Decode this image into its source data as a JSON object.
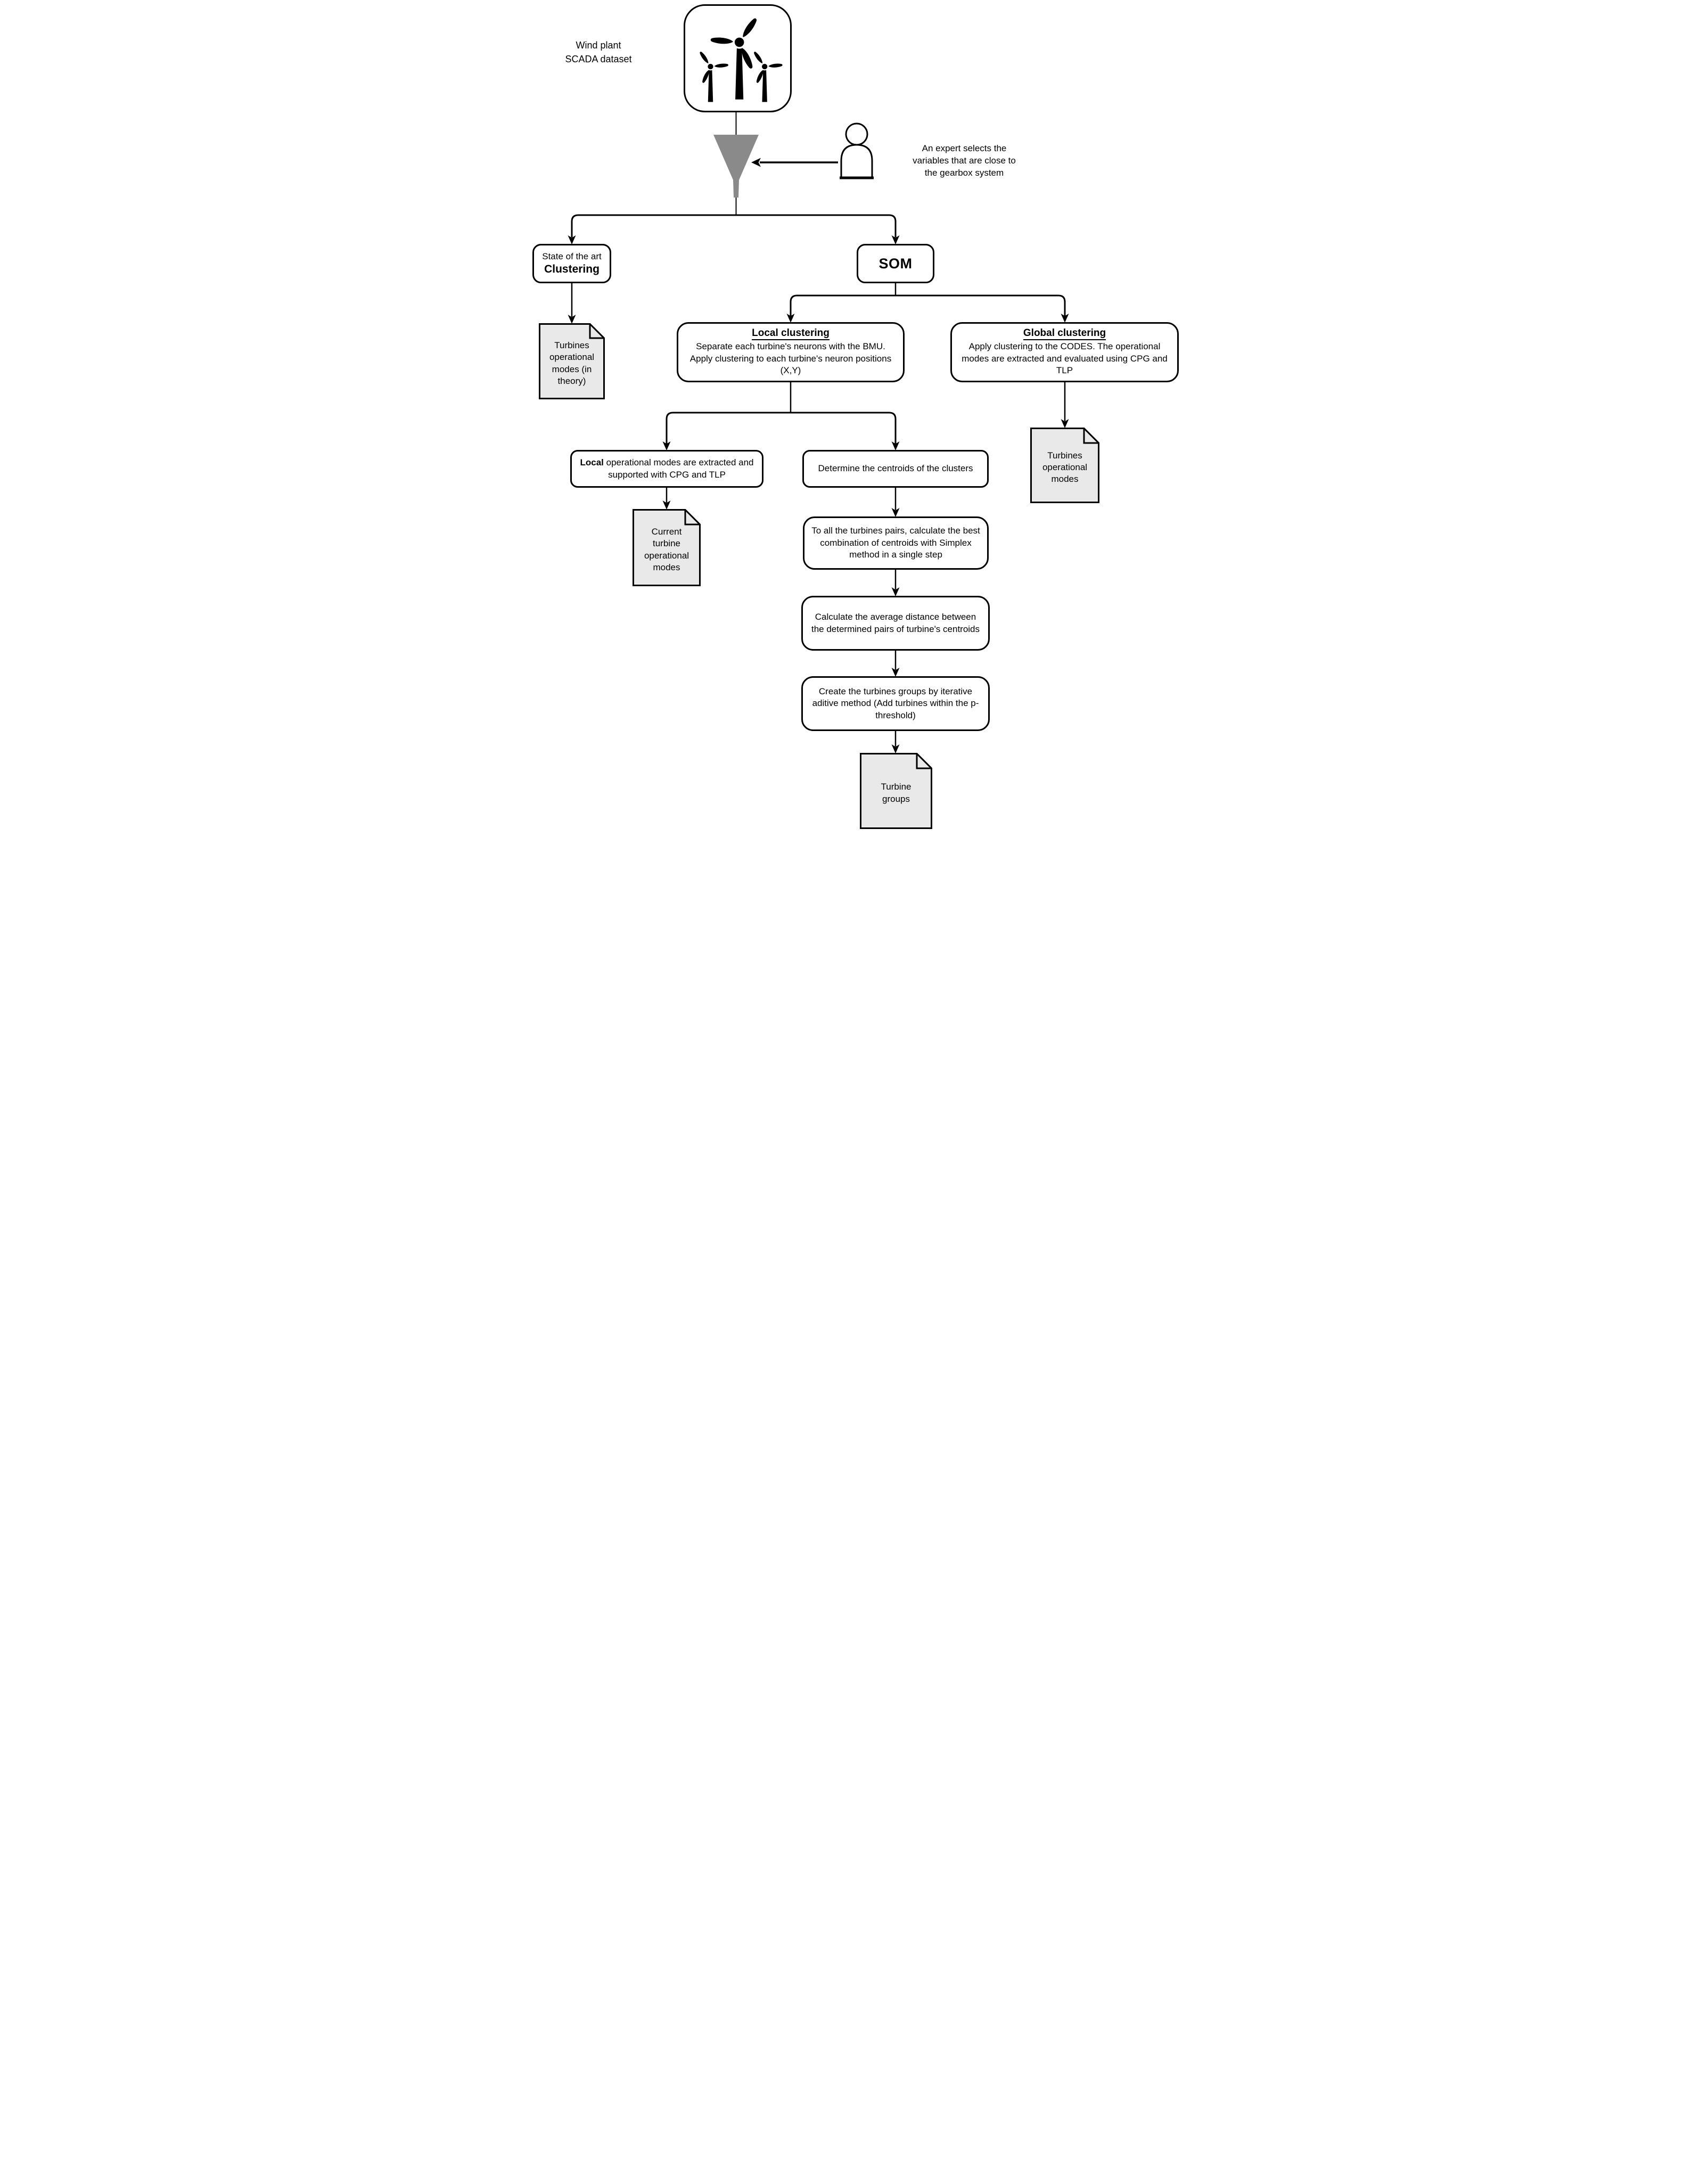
{
  "colors": {
    "line": "#000000",
    "funnel_gray": "#8a8a8a",
    "document_fill": "#e9e9e9",
    "node_background": "#ffffff"
  },
  "top": {
    "dataset_label_line1": "Wind plant",
    "dataset_label_line2": "SCADA dataset",
    "expert_note": "An expert selects the variables that are close to the gearbox system"
  },
  "nodes": {
    "state_of_art": {
      "line1": "State of the art",
      "line2": "Clustering"
    },
    "som": {
      "label": "SOM"
    },
    "local_clustering": {
      "title": "Local clustering",
      "body": "Separate each turbine's neurons with the BMU. Apply clustering to each turbine's neuron positions (X,Y)"
    },
    "global_clustering": {
      "title": "Global clustering",
      "body": "Apply clustering to the CODES. The operational modes are extracted and evaluated using CPG and TLP"
    },
    "local_modes": {
      "lead": "Local",
      "rest": " operational modes are extracted and supported with CPG and TLP"
    },
    "determine_centroids": {
      "body": "Determine the centroids of the clusters"
    },
    "simplex": {
      "body": "To all the turbines pairs, calculate the best combination of centroids with Simplex method in a single step"
    },
    "avg_distance": {
      "body": "Calculate the average distance between the determined pairs of turbine's centroids"
    },
    "create_groups": {
      "body": "Create the turbines groups by iterative aditive method (Add turbines within the p-threshold)"
    }
  },
  "documents": {
    "theory_modes": "Turbines operational modes (in theory)",
    "global_modes": "Turbines operational modes",
    "current_modes": "Current turbine operational modes",
    "turbine_groups": "Turbine groups"
  },
  "icons": {
    "wind_turbines": "wind-turbines-icon",
    "funnel": "funnel-icon",
    "person": "person-icon"
  }
}
